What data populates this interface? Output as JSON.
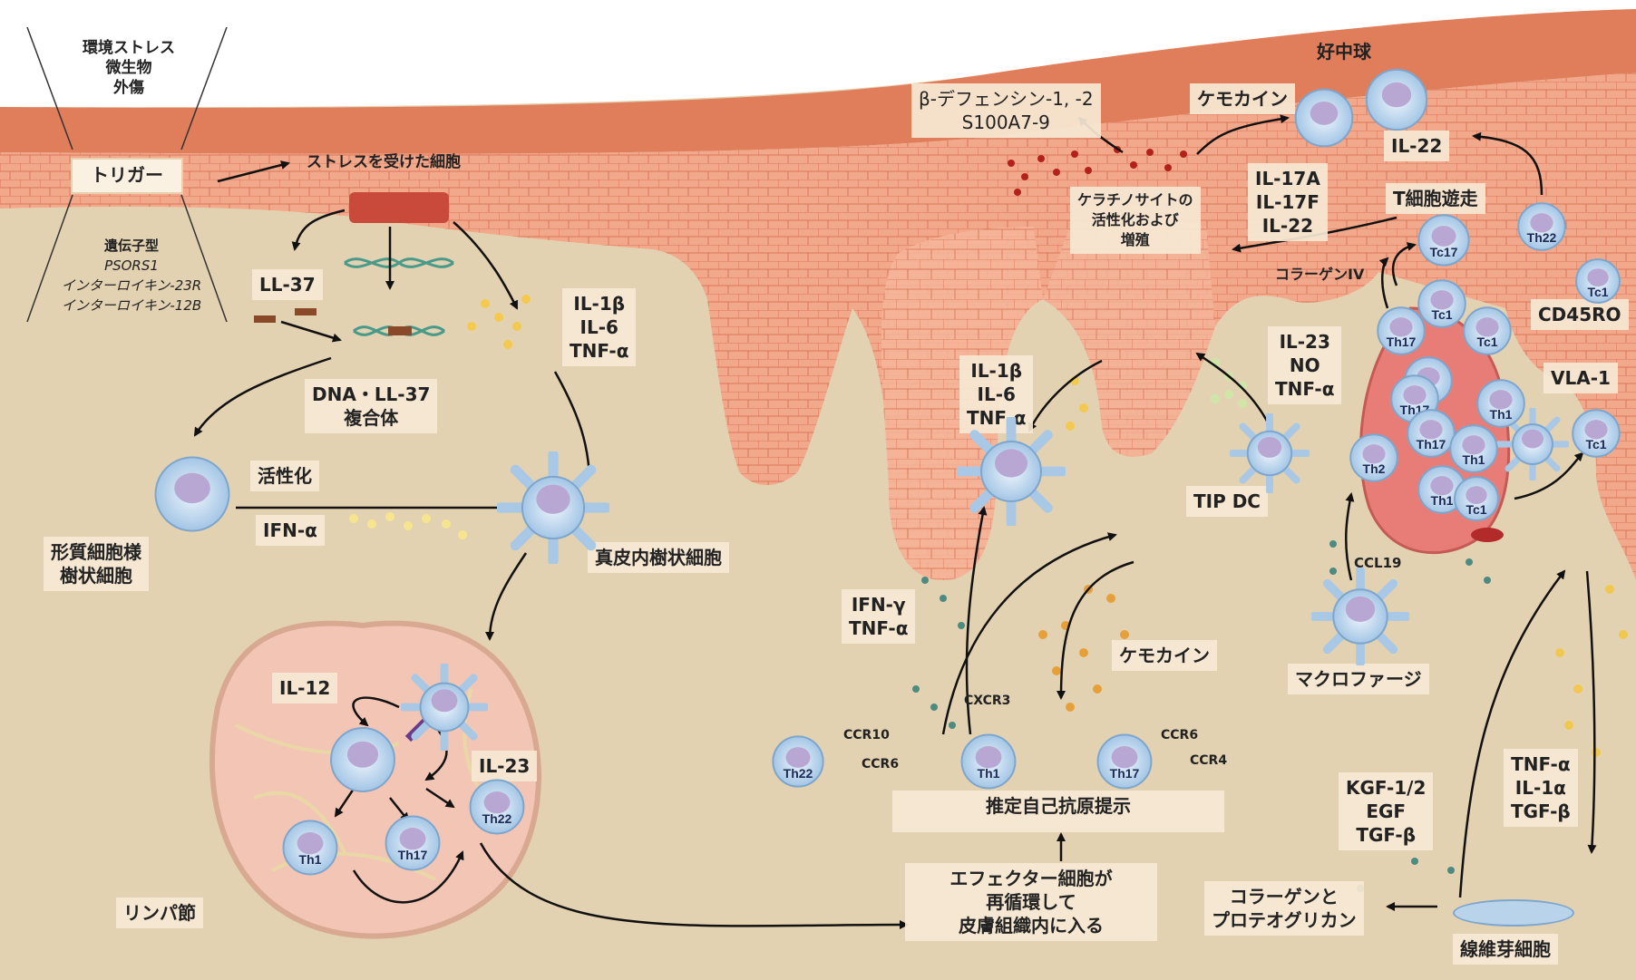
{
  "colors": {
    "epidermis": "#ef9e7e",
    "dermis": "#e3d2b2",
    "label_bg": "#f6e8d4",
    "cell_blue": "#c9dff2",
    "nucleus": "#b9a7d3",
    "arrow": "#111111",
    "lymph_node": "#f3c5b5",
    "vessel": "#e87d78"
  },
  "labels": {
    "env": [
      "環境ストレス",
      "微生物",
      "外傷"
    ],
    "trigger": "トリガー",
    "genotype": [
      "遺伝子型",
      "PSORS1",
      "インターロイキン-23R",
      "インターロイキン-12B"
    ],
    "stressed_cell": "ストレスを受けた細胞",
    "ll37": "LL-37",
    "dna_ll37": [
      "DNA・LL-37",
      "複合体"
    ],
    "cytokines_left": [
      "IL-1β",
      "IL-6",
      "TNF-α"
    ],
    "activation": "活性化",
    "ifn_alpha": "IFN-α",
    "pdc": [
      "形質細胞様",
      "樹状細胞"
    ],
    "dermal_dc": "真皮内樹状細胞",
    "il12": "IL-12",
    "il23_node": "IL-23",
    "lymph_node": "リンパ節",
    "defensin": [
      "β-デフェンシン-1, -2",
      "S100A7-9"
    ],
    "chemokine_top": "ケモカイン",
    "neutrophil": "好中球",
    "il22_top": "IL-22",
    "keratinocyte": [
      "ケラチノサイトの",
      "活性化および",
      "増殖"
    ],
    "il17_group": [
      "IL-17A",
      "IL-17F",
      "IL-22"
    ],
    "t_migration": "T細胞遊走",
    "collagen4": "コラーゲンIV",
    "cd45ro": "CD45RO",
    "vla1": "VLA-1",
    "cytokines_mid": [
      "IL-1β",
      "IL-6",
      "TNF-α"
    ],
    "il23_no": [
      "IL-23",
      "NO",
      "TNF-α"
    ],
    "tip_dc": "TIP DC",
    "ccl19": "CCL19",
    "macrophage": "マクロファージ",
    "ifn_gamma": [
      "IFN-γ",
      "TNF-α"
    ],
    "chemokine_mid": "ケモカイン",
    "ccr10": "CCR10",
    "ccr6_a": "CCR6",
    "cxcr3": "CXCR3",
    "ccr6_b": "CCR6",
    "ccr4": "CCR4",
    "auto_antigen": "推定自己抗原提示",
    "effector": [
      "エフェクター細胞が",
      "再循環して",
      "皮膚組織内に入る"
    ],
    "kgf": [
      "KGF-1/2",
      "EGF",
      "TGF-β"
    ],
    "tnf_right": [
      "TNF-α",
      "IL-1α",
      "TGF-β"
    ],
    "collagen_proteo": [
      "コラーゲンと",
      "プロテオグリカン"
    ],
    "fibroblast": "線維芽細胞"
  },
  "cells": {
    "th1": "Th1",
    "th17": "Th17",
    "th22": "Th22",
    "th2": "Th2",
    "tc1": "Tc1",
    "tc17": "Tc17"
  }
}
